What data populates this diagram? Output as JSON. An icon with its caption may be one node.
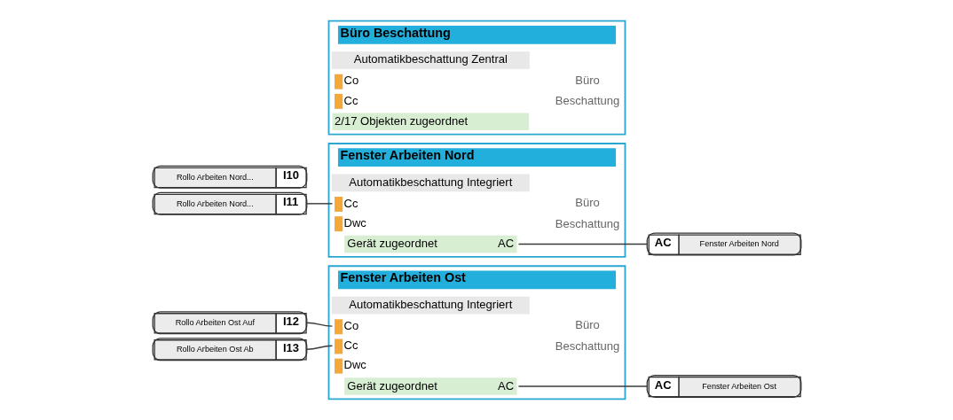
{
  "diagram": {
    "nodes": [
      {
        "text": [
          "Büro Beschattung"
        ]
      },
      {
        "text": [
          "Automatikbeschattung Zentral"
        ],
        "in": 0
      },
      {
        "text": [
          "Co"
        ],
        "in": 0
      },
      {
        "text": [
          "Cc"
        ],
        "in": 0
      },
      {
        "text": [
          "2/17 Objekten zugeordnet"
        ],
        "in": 0
      },
      {
        "text": [
          "Rollo Arbeiten Nord...",
          "I10"
        ]
      },
      {
        "text": [
          "Rollo Arbeiten Nord...",
          "I11"
        ]
      },
      {
        "text": [
          "Fenster Arbeiten Nord"
        ]
      },
      {
        "text": [
          "Automatikbeschattung Integriert"
        ],
        "in": 7
      },
      {
        "text": [
          "Cc"
        ],
        "in": 7
      },
      {
        "text": [
          "Dwc"
        ],
        "in": 7
      },
      {
        "text": [
          "Gerät zugeordnet",
          "AC"
        ],
        "in": 7
      },
      {
        "text": [
          "AC",
          "Fenster Arbeiten Nord"
        ]
      },
      {
        "text": [
          "Rollo Arbeiten Ost Auf",
          "I12"
        ]
      },
      {
        "text": [
          "Rollo Arbeiten Ost Ab",
          "I13"
        ]
      },
      {
        "text": [
          "Fenster Arbeiten Ost"
        ]
      },
      {
        "text": [
          "Automatikbeschattung Integriert"
        ],
        "in": 15
      },
      {
        "text": [
          "Co"
        ],
        "in": 15
      },
      {
        "text": [
          "Cc"
        ],
        "in": 15
      },
      {
        "text": [
          "Dwc"
        ],
        "in": 15
      },
      {
        "text": [
          "Gerät zugeordnet",
          "AC"
        ],
        "in": 15
      },
      {
        "text": [
          "AC",
          "Fenster Arbeiten Ost"
        ]
      }
    ],
    "edges": [
      {
        "from": 6,
        "to": 9,
        "arrow": "none"
      },
      {
        "from": 11,
        "to": 12,
        "arrow": "none"
      },
      {
        "from": 13,
        "to": 17,
        "arrow": "none"
      },
      {
        "from": 14,
        "to": 18,
        "arrow": "none"
      },
      {
        "from": 20,
        "to": 21,
        "arrow": "none"
      }
    ],
    "labels": [
      "Büro",
      "Beschattung",
      "Büro",
      "Beschattung",
      "Büro",
      "Beschattung"
    ]
  }
}
